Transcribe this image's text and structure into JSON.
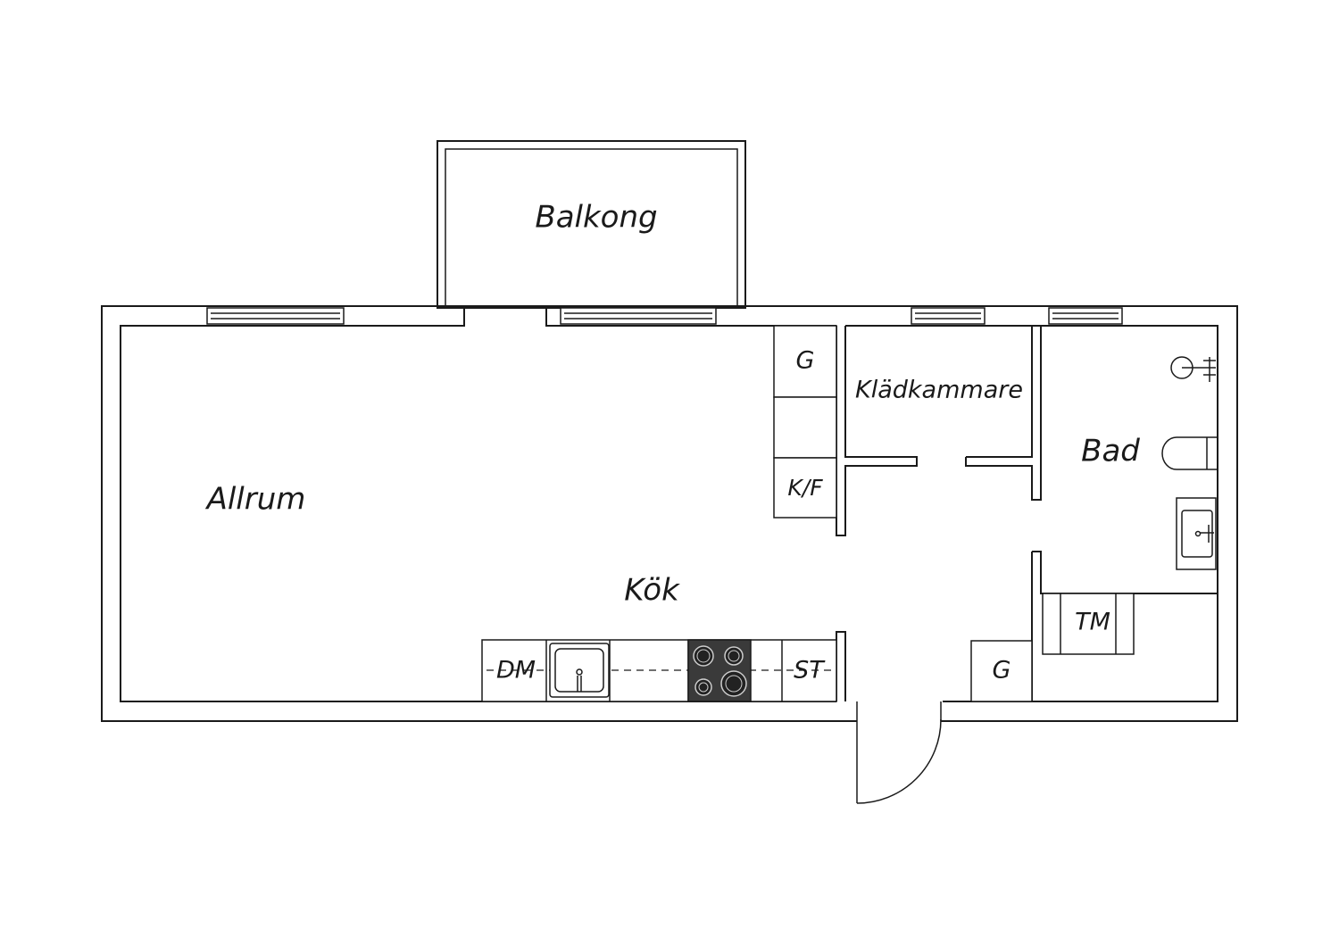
{
  "rooms": {
    "balcony": "Balkong",
    "living": "Allrum",
    "kitchen": "Kök",
    "closet": "Klädkammare",
    "bath": "Bad"
  },
  "fixtures": {
    "wardrobe_1": "G",
    "fridge_freezer": "K/F",
    "dishwasher": "DM",
    "cabinet": "ST",
    "wardrobe_2": "G",
    "washing_machine": "TM"
  }
}
